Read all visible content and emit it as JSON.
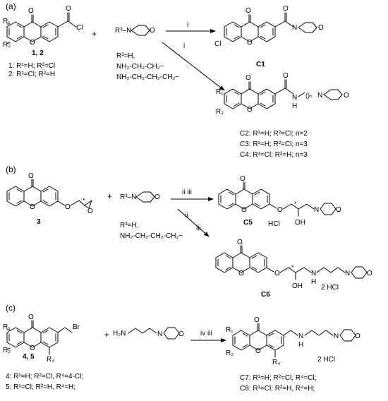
{
  "signs": {
    "plus": "+"
  },
  "reagents": {
    "i": "i",
    "ii": "ii",
    "iii": "iii",
    "ii_iii": "ii   iii",
    "iv_iii": "iv   iii"
  },
  "atoms": {
    "O": "O",
    "N": "N",
    "H": "H",
    "Cl": "Cl",
    "Br": "Br",
    "OH": "OH",
    "R1": "R₁",
    "R2": "R₂",
    "R4": "R₄",
    "R3N": "R³–N",
    "H2N": "H₂N",
    "star": "*"
  },
  "panels": {
    "a": {
      "label": "(a)",
      "reactant_label": "1, 2",
      "def1": "1: R¹=H; R²=Cl",
      "def2": "2: R¹=Cl; R²=H",
      "r3_h": "R³=H,",
      "r3_ethyl": "NH₂-CH₂-CH₂~",
      "r3_propyl": "NH₂-CH₂-CH₂-CH₂~",
      "c1_label": "C1",
      "chain_label": "()ₙ",
      "c2": "C2: R¹=H; R²=Cl; n=2",
      "c3": "C3: R¹=H; R²=Cl; n=3",
      "c4": "C4: R¹=Cl; R²=H; n=3"
    },
    "b": {
      "label": "(b)",
      "reactant_label": "3",
      "r3_h": "R³=H,",
      "r3_propyl": "NH₂-CH₂-CH₂-CH₂~",
      "c5_label": "C5",
      "hcl": "HCl",
      "c6_label": "C6",
      "two_hcl": "2 HCl"
    },
    "c": {
      "label": "(c)",
      "reactant_label": "4, 5",
      "def4": "4: R¹=H; R²=Cl, R⁴=4-Cl;",
      "def5": "5: R¹=Cl; R²=H, R⁴=H;",
      "two_hcl": "2 HCl",
      "c7": "C7: R¹=H; R²=Cl, R⁴=Cl;",
      "c8": "C8: R¹=Cl; R²=H, R⁴=H;"
    }
  }
}
